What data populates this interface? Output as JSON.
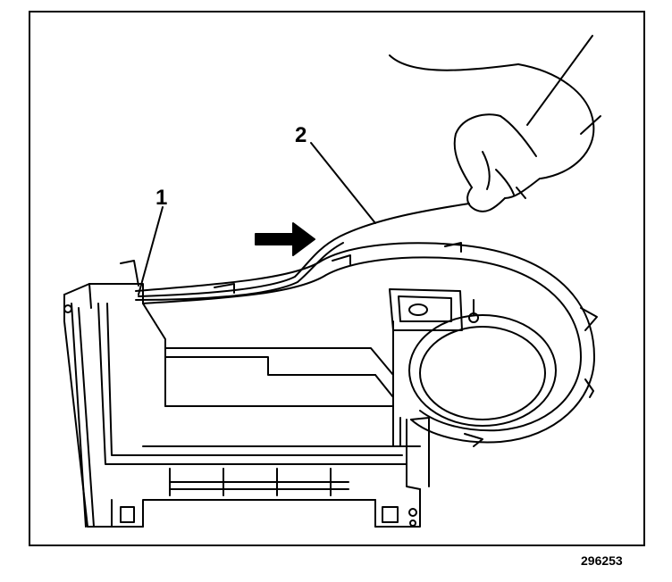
{
  "figure": {
    "callouts": [
      {
        "label": "1"
      },
      {
        "label": "2"
      }
    ],
    "figure_id": "296253",
    "stroke_color": "#000000",
    "background_color": "#ffffff"
  }
}
